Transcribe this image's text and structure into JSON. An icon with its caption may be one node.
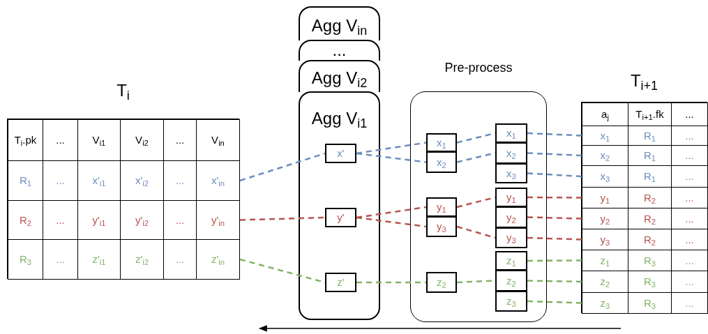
{
  "diagram": {
    "nodes": [
      {
        "text": [
          "T$_{i}$"
        ]
      },
      {
        "text": [
          "T$_{i}$.pk"
        ],
        "in": 0
      },
      {
        "text": [
          "..."
        ],
        "in": 0
      },
      {
        "text": [
          "V$_{i1}$"
        ],
        "in": 0
      },
      {
        "text": [
          "V$_{i2}$"
        ],
        "in": 0
      },
      {
        "text": [
          "..."
        ],
        "in": 0
      },
      {
        "text": [
          "V$_{in}$"
        ],
        "in": 0
      },
      {
        "text": [
          "R$_{1}$"
        ],
        "in": 0
      },
      {
        "text": [
          "..."
        ],
        "in": 0
      },
      {
        "text": [
          "x'$_{i1}$"
        ],
        "in": 0
      },
      {
        "text": [
          "x'$_{i2}$"
        ],
        "in": 0
      },
      {
        "text": [
          "..."
        ],
        "in": 0
      },
      {
        "text": [
          "x'$_{in}$"
        ],
        "in": 0
      },
      {
        "text": [
          "R$_{2}$"
        ],
        "in": 0
      },
      {
        "text": [
          "..."
        ],
        "in": 0
      },
      {
        "text": [
          "y'$_{i1}$"
        ],
        "in": 0
      },
      {
        "text": [
          "y'$_{i2}$"
        ],
        "in": 0
      },
      {
        "text": [
          "..."
        ],
        "in": 0
      },
      {
        "text": [
          "y'$_{in}$"
        ],
        "in": 0
      },
      {
        "text": [
          "R$_{3}$"
        ],
        "in": 0
      },
      {
        "text": [
          "..."
        ],
        "in": 0
      },
      {
        "text": [
          "z'$_{i1}$"
        ],
        "in": 0
      },
      {
        "text": [
          "z'$_{i2}$"
        ],
        "in": 0
      },
      {
        "text": [
          "..."
        ],
        "in": 0
      },
      {
        "text": [
          "z'$_{in}$"
        ],
        "in": 0
      },
      {
        "text": [
          "Agg V$_{in}$"
        ]
      },
      {
        "text": [
          "..."
        ]
      },
      {
        "text": [
          "Agg V$_{i2}$"
        ]
      },
      {
        "text": [
          "Agg V$_{i1}$"
        ]
      },
      {
        "text": [
          "x'"
        ],
        "in": 28
      },
      {
        "text": [
          "y'"
        ],
        "in": 28
      },
      {
        "text": [
          "z'"
        ],
        "in": 28
      },
      {
        "text": [
          "Pre-process"
        ]
      },
      {
        "text": [
          "x$_{1}$"
        ],
        "in": 32
      },
      {
        "text": [
          "x$_{2}$"
        ],
        "in": 32
      },
      {
        "text": [
          "y$_{1}$"
        ],
        "in": 32
      },
      {
        "text": [
          "y$_{3}$"
        ],
        "in": 32
      },
      {
        "text": [
          "z$_{2}$"
        ],
        "in": 32
      },
      {
        "text": [
          "x$_{1}$"
        ],
        "in": 32
      },
      {
        "text": [
          "x$_{2}$"
        ],
        "in": 32
      },
      {
        "text": [
          "x$_{3}$"
        ],
        "in": 32
      },
      {
        "text": [
          "y$_{1}$"
        ],
        "in": 32
      },
      {
        "text": [
          "y$_{2}$"
        ],
        "in": 32
      },
      {
        "text": [
          "y$_{3}$"
        ],
        "in": 32
      },
      {
        "text": [
          "z$_{1}$"
        ],
        "in": 32
      },
      {
        "text": [
          "z$_{2}$"
        ],
        "in": 32
      },
      {
        "text": [
          "z$_{3}$"
        ],
        "in": 32
      },
      {
        "text": [
          "T$_{i+1}$"
        ]
      },
      {
        "text": [
          "a$_{j}$"
        ],
        "in": 47
      },
      {
        "text": [
          "T$_{i+1}$.fk"
        ],
        "in": 47
      },
      {
        "text": [
          "..."
        ],
        "in": 47
      },
      {
        "text": [
          "x$_{1}$"
        ],
        "in": 47
      },
      {
        "text": [
          "R$_{1}$"
        ],
        "in": 47
      },
      {
        "text": [
          "..."
        ],
        "in": 47
      },
      {
        "text": [
          "x$_{2}$"
        ],
        "in": 47
      },
      {
        "text": [
          "R$_{1}$"
        ],
        "in": 47
      },
      {
        "text": [
          "..."
        ],
        "in": 47
      },
      {
        "text": [
          "x$_{3}$"
        ],
        "in": 47
      },
      {
        "text": [
          "R$_{1}$"
        ],
        "in": 47
      },
      {
        "text": [
          "..."
        ],
        "in": 47
      },
      {
        "text": [
          "y$_{1}$"
        ],
        "in": 47
      },
      {
        "text": [
          "R$_{2}$"
        ],
        "in": 47
      },
      {
        "text": [
          "..."
        ],
        "in": 47
      },
      {
        "text": [
          "y$_{2}$"
        ],
        "in": 47
      },
      {
        "text": [
          "R$_{2}$"
        ],
        "in": 47
      },
      {
        "text": [
          "..."
        ],
        "in": 47
      },
      {
        "text": [
          "y$_{3}$"
        ],
        "in": 47
      },
      {
        "text": [
          "R$_{2}$"
        ],
        "in": 47
      },
      {
        "text": [
          "..."
        ],
        "in": 47
      },
      {
        "text": [
          "z$_{1}$"
        ],
        "in": 47
      },
      {
        "text": [
          "R$_{3}$"
        ],
        "in": 47
      },
      {
        "text": [
          "..."
        ],
        "in": 47
      },
      {
        "text": [
          "z$_{2}$"
        ],
        "in": 47
      },
      {
        "text": [
          "R$_{3}$"
        ],
        "in": 47
      },
      {
        "text": [
          "..."
        ],
        "in": 47
      },
      {
        "text": [
          "z$_{3}$"
        ],
        "in": 47
      },
      {
        "text": [
          "R$_{3}$"
        ],
        "in": 47
      },
      {
        "text": [
          "..."
        ],
        "in": 47
      }
    ],
    "edges": [
      {
        "from": 12,
        "to": 29,
        "arrow": "none",
        "style": "dashed",
        "color": "#6c8ebf"
      },
      {
        "from": 18,
        "to": 30,
        "arrow": "none",
        "style": "dashed",
        "color": "#b85450"
      },
      {
        "from": 24,
        "to": 31,
        "arrow": "none",
        "style": "dashed",
        "color": "#82b366"
      },
      {
        "from": 29,
        "to": 33,
        "arrow": "none",
        "style": "dashed",
        "color": "#6c8ebf"
      },
      {
        "from": 29,
        "to": 34,
        "arrow": "none",
        "style": "dashed",
        "color": "#6c8ebf"
      },
      {
        "from": 30,
        "to": 35,
        "arrow": "none",
        "style": "dashed",
        "color": "#b85450"
      },
      {
        "from": 30,
        "to": 36,
        "arrow": "none",
        "style": "dashed",
        "color": "#b85450"
      },
      {
        "from": 31,
        "to": 37,
        "arrow": "none",
        "style": "dashed",
        "color": "#82b366"
      },
      {
        "from": 33,
        "to": 38,
        "arrow": "none",
        "style": "dashed",
        "color": "#6c8ebf"
      },
      {
        "from": 34,
        "to": 39,
        "arrow": "none",
        "style": "dashed",
        "color": "#6c8ebf"
      },
      {
        "from": 35,
        "to": 41,
        "arrow": "none",
        "style": "dashed",
        "color": "#b85450"
      },
      {
        "from": 36,
        "to": 43,
        "arrow": "none",
        "style": "dashed",
        "color": "#b85450"
      },
      {
        "from": 37,
        "to": 45,
        "arrow": "none",
        "style": "dashed",
        "color": "#82b366"
      },
      {
        "from": 38,
        "to": 51,
        "arrow": "none",
        "style": "dashed",
        "color": "#6c8ebf"
      },
      {
        "from": 39,
        "to": 54,
        "arrow": "none",
        "style": "dashed",
        "color": "#6c8ebf"
      },
      {
        "from": 40,
        "to": 57,
        "arrow": "none",
        "style": "dashed",
        "color": "#6c8ebf"
      },
      {
        "from": 41,
        "to": 60,
        "arrow": "none",
        "style": "dashed",
        "color": "#b85450"
      },
      {
        "from": 42,
        "to": 63,
        "arrow": "none",
        "style": "dashed",
        "color": "#b85450"
      },
      {
        "from": 43,
        "to": 66,
        "arrow": "none",
        "style": "dashed",
        "color": "#b85450"
      },
      {
        "from": 44,
        "to": 69,
        "arrow": "none",
        "style": "dashed",
        "color": "#82b366"
      },
      {
        "from": 45,
        "to": 72,
        "arrow": "none",
        "style": "dashed",
        "color": "#82b366"
      },
      {
        "from": 46,
        "to": 75,
        "arrow": "none",
        "style": "dashed",
        "color": "#82b366"
      }
    ]
  }
}
